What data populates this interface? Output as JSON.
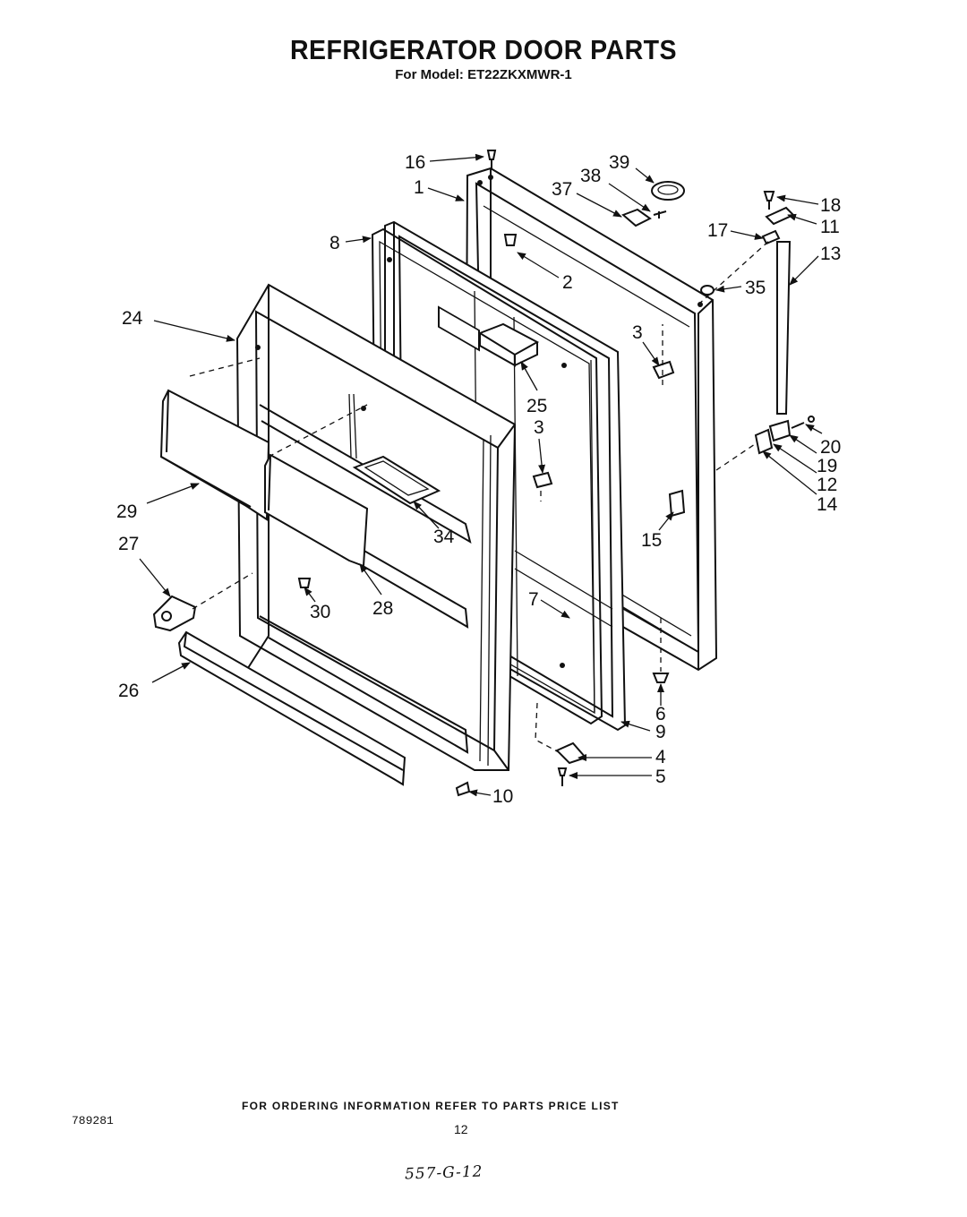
{
  "title": "REFRIGERATOR DOOR PARTS",
  "subtitle": "For Model: ET22ZKXMWR-1",
  "footer_note": "FOR ORDERING INFORMATION REFER TO PARTS PRICE LIST",
  "doc_number": "789281",
  "page_number": "12",
  "handwritten_note": "557-G-12",
  "callouts": {
    "c16": "16",
    "c1": "1",
    "c39": "39",
    "c38": "38",
    "c37": "37",
    "c18": "18",
    "c11": "11",
    "c17": "17",
    "c13": "13",
    "c8": "8",
    "c2": "2",
    "c35": "35",
    "c24": "24",
    "c3a": "3",
    "c25": "25",
    "c3b": "3",
    "c20": "20",
    "c19": "19",
    "c12": "12",
    "c14": "14",
    "c29": "29",
    "c34": "34",
    "c15": "15",
    "c27": "27",
    "c28": "28",
    "c30": "30",
    "c7": "7",
    "c26": "26",
    "c6": "6",
    "c9": "9",
    "c4": "4",
    "c5": "5",
    "c10": "10"
  }
}
